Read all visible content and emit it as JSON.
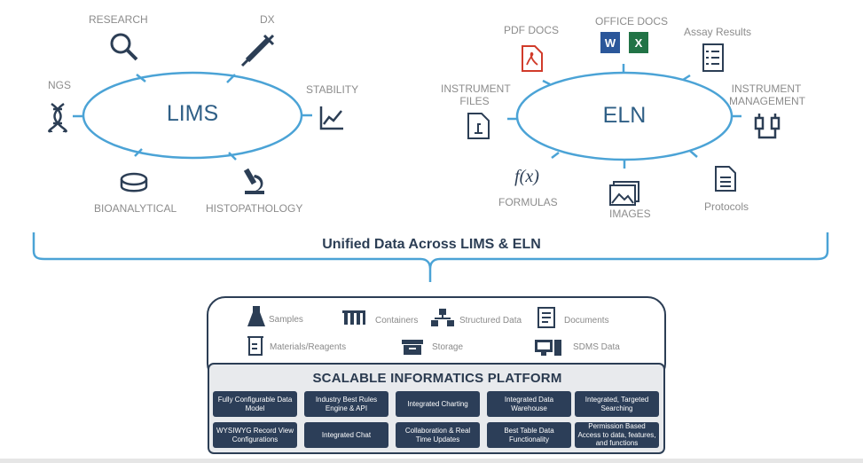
{
  "lims": {
    "title": "LIMS",
    "spokes": {
      "research": "RESEARCH",
      "dx": "DX",
      "ngs": "NGS",
      "stability": "STABILITY",
      "bioanalytical": "BIOANALYTICAL",
      "histopathology": "HISTOPATHOLOGY"
    }
  },
  "eln": {
    "title": "ELN",
    "spokes": {
      "pdf_docs": "PDF DOCS",
      "office_docs": "OFFICE DOCS",
      "assay_results": "Assay Results",
      "instrument_files_1": "INSTRUMENT",
      "instrument_files_2": "FILES",
      "instrument_mgmt_1": "INSTRUMENT",
      "instrument_mgmt_2": "MANAGEMENT",
      "formulas": "FORMULAS",
      "images": "IMAGES",
      "protocols": "Protocols"
    }
  },
  "unified_title": "Unified Data Across LIMS & ELN",
  "data_types": {
    "samples": "Samples",
    "containers": "Containers",
    "structured_data": "Structured Data",
    "documents": "Documents",
    "materials": "Materials/Reagents",
    "storage": "Storage",
    "sdms": "SDMS Data"
  },
  "platform": {
    "title": "SCALABLE INFORMATICS PLATFORM",
    "row1": [
      "Fully Configurable Data Model",
      "Industry Best Rules Engine & API",
      "Integrated Charting",
      "Integrated Data Warehouse",
      "Integrated, Targeted Searching"
    ],
    "row2": [
      "WYSIWYG Record View Configurations",
      "Integrated Chat",
      "Collaboration & Real Time Updates",
      "Best Table Data Functionality",
      "Permission Based Access to data, features, and functions"
    ]
  },
  "colors": {
    "accent": "#4ba3d6",
    "ink": "#2f5f86",
    "navy": "#2c3e58"
  }
}
